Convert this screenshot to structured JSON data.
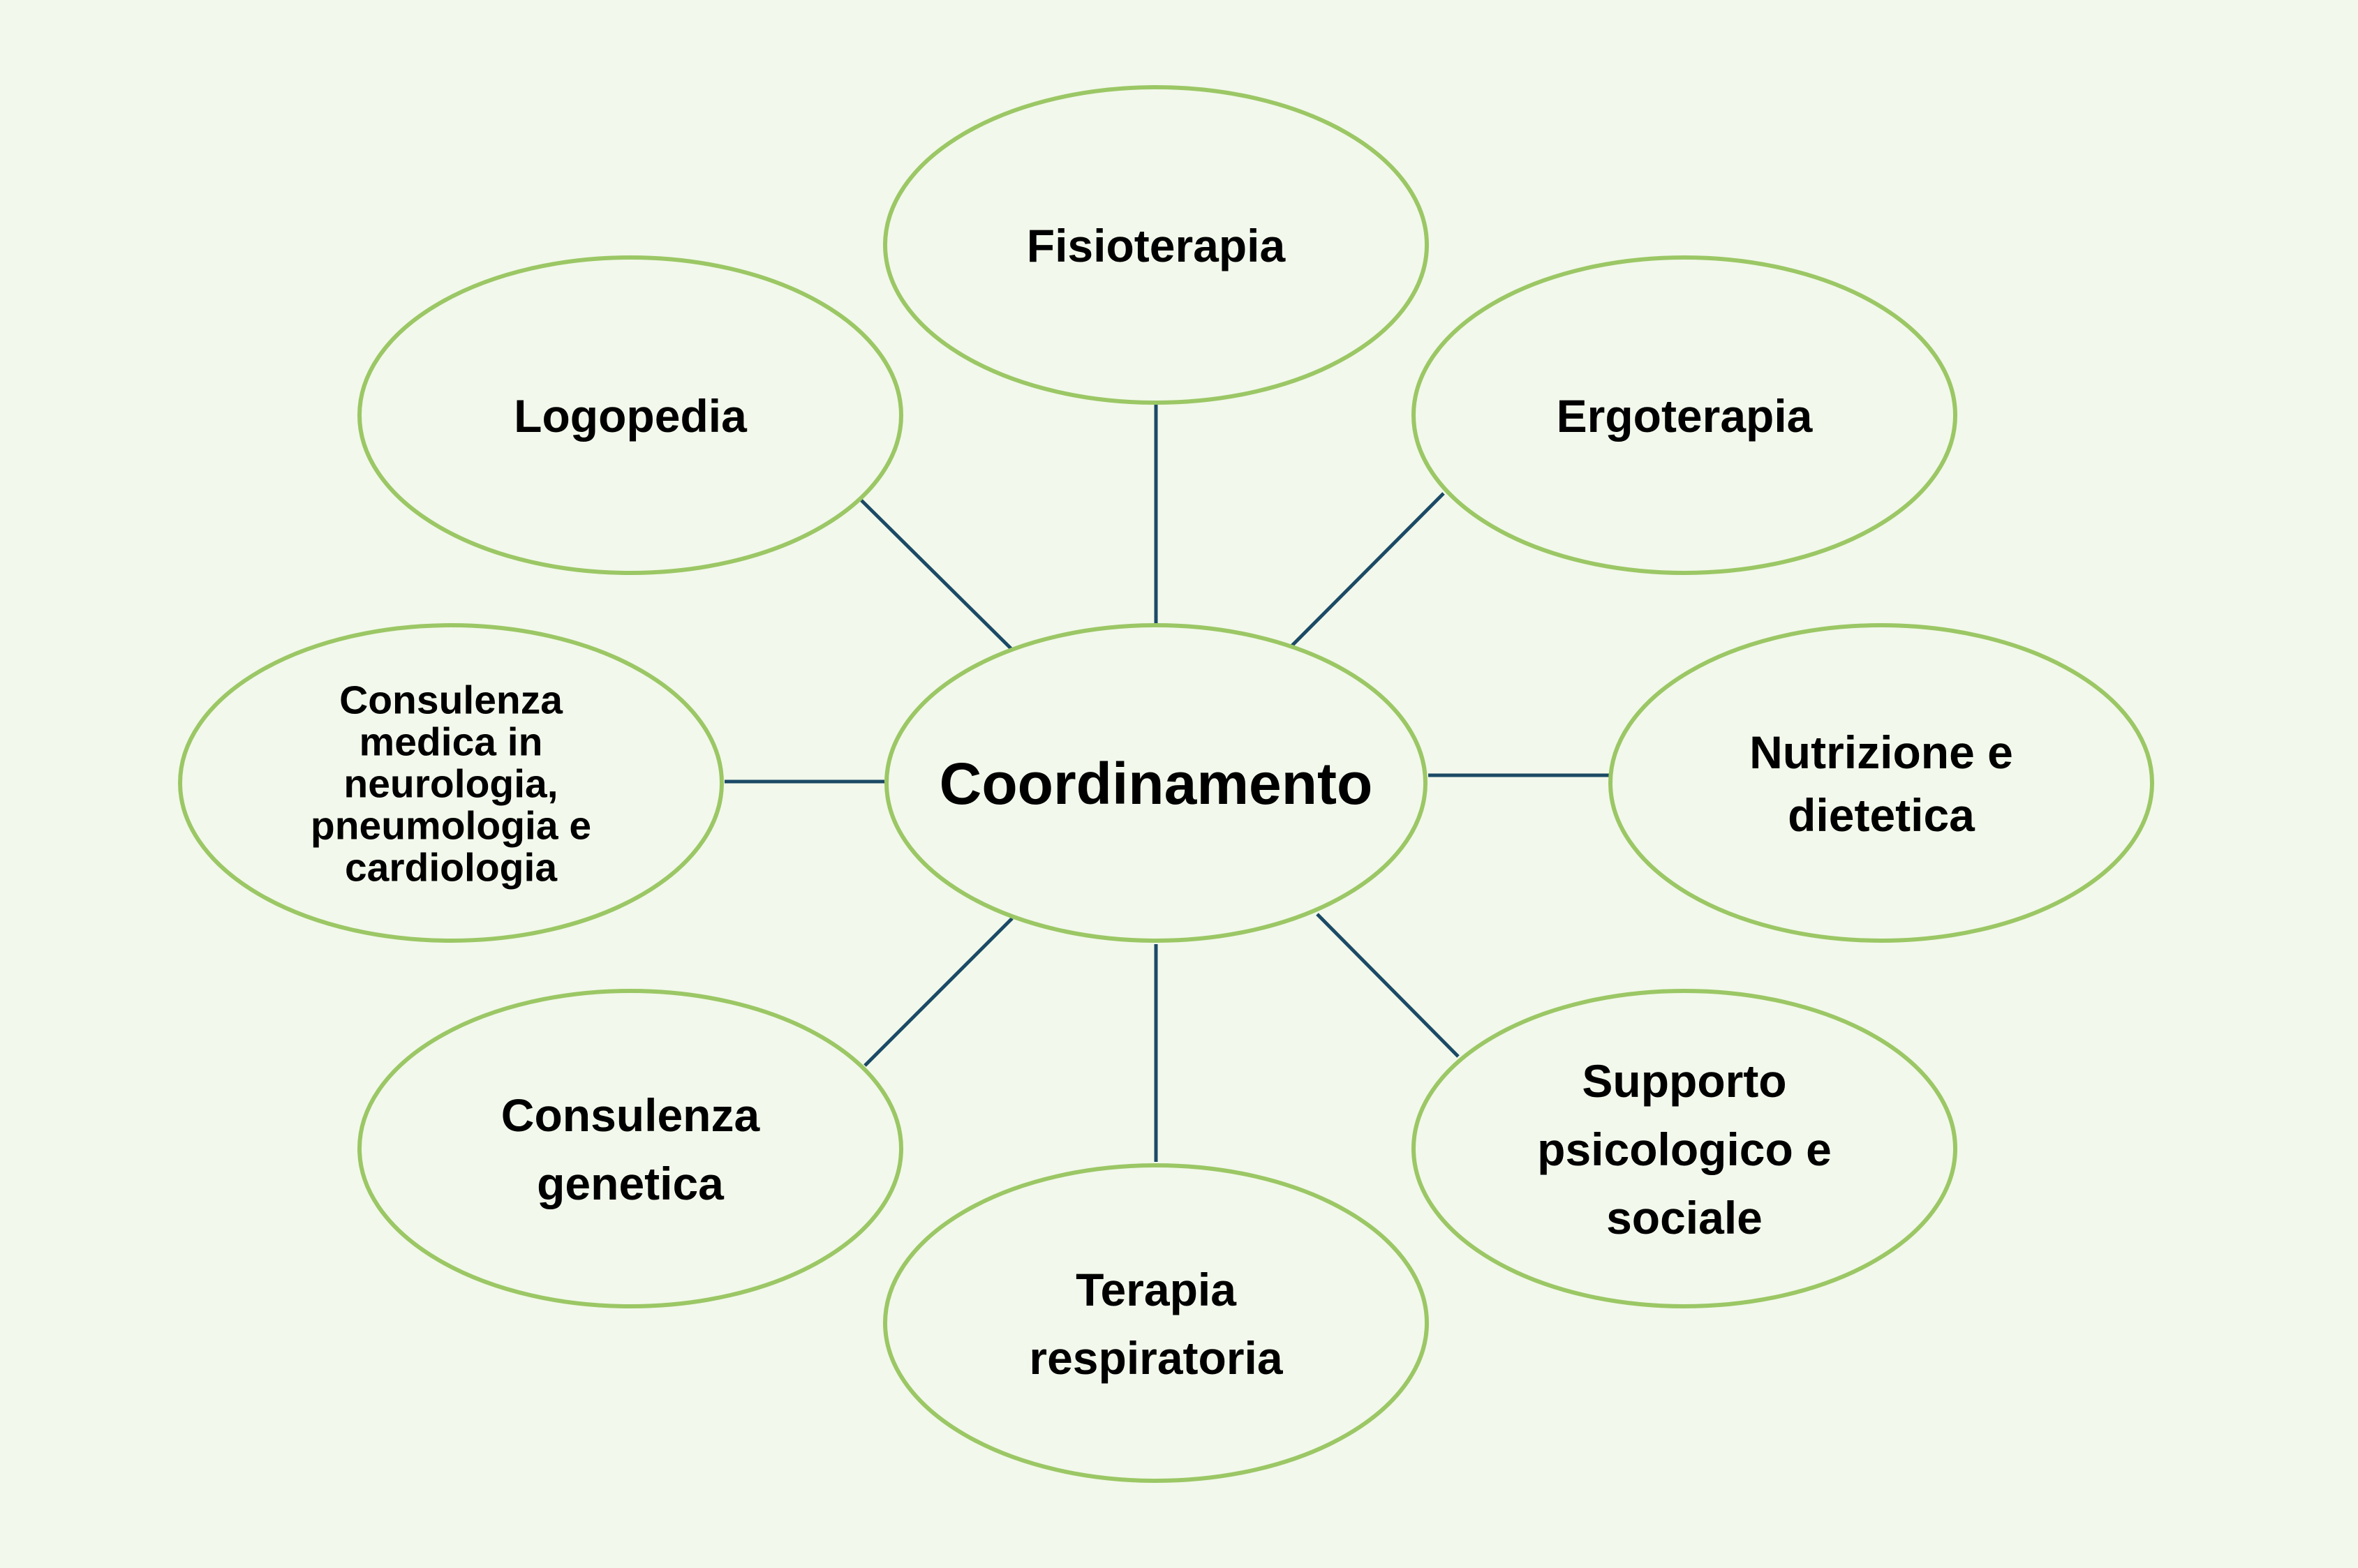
{
  "diagram": {
    "center": {
      "lines": [
        "Coordinamento"
      ]
    },
    "nodes": [
      {
        "id": "fisioterapia",
        "lines": [
          "Fisioterapia"
        ]
      },
      {
        "id": "ergoterapia",
        "lines": [
          "Ergoterapia"
        ]
      },
      {
        "id": "nutrizione",
        "lines": [
          "Nutrizione e",
          "dietetica"
        ]
      },
      {
        "id": "supporto",
        "lines": [
          "Supporto",
          "psicologico e",
          "sociale"
        ]
      },
      {
        "id": "terapia-respiratoria",
        "lines": [
          "Terapia",
          "respiratoria"
        ]
      },
      {
        "id": "consulenza-genetica",
        "lines": [
          "Consulenza",
          "genetica"
        ]
      },
      {
        "id": "consulenza-medica",
        "lines": [
          "Consulenza",
          "medica in",
          "neurologia,",
          "pneumologia e",
          "cardiologia"
        ]
      },
      {
        "id": "logopedia",
        "lines": [
          "Logopedia"
        ]
      }
    ]
  },
  "colors": {
    "background": "#F2F8EB",
    "ellipse_stroke": "#9BC765",
    "connector": "#1B4A66",
    "text": "#000000"
  }
}
